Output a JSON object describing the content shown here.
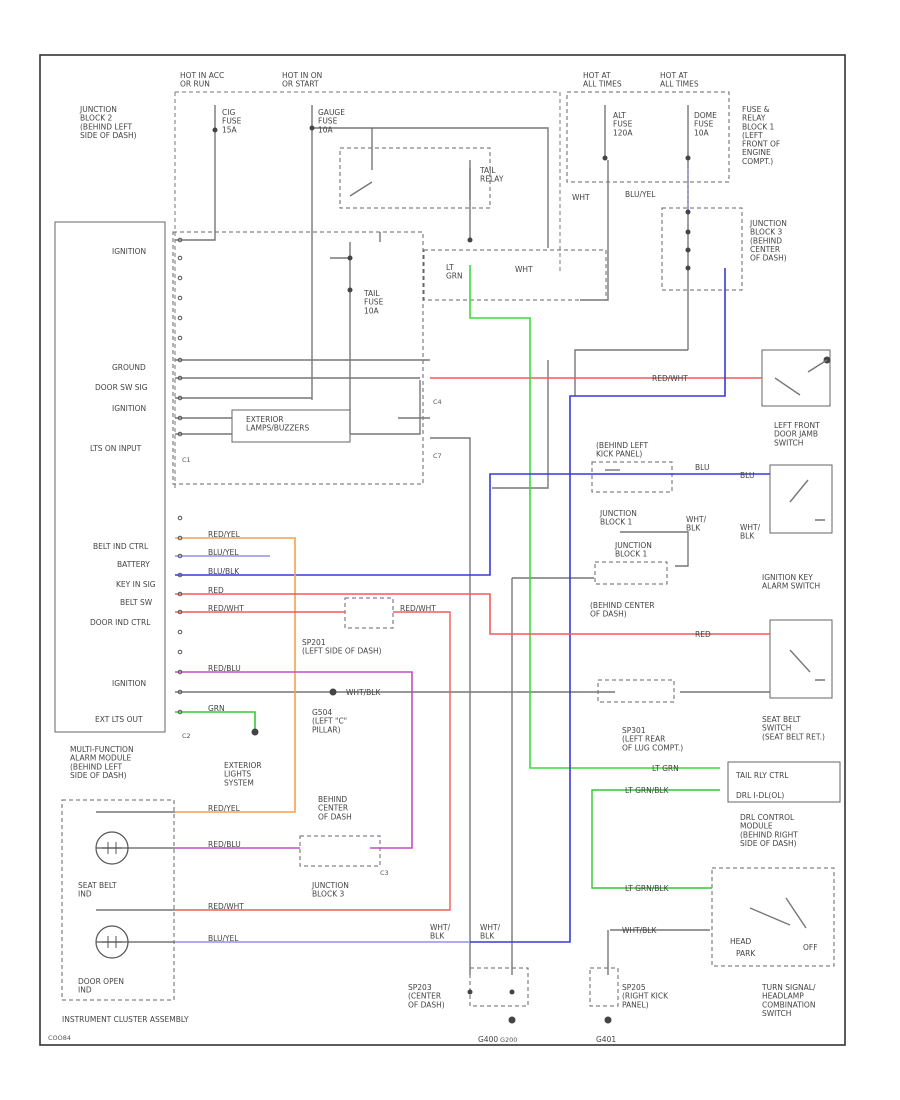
{
  "page": {
    "wire_colors": {
      "red_wht": "#f05a5a",
      "lt_grn": "#3adc3a",
      "blu": "#3a3ad6",
      "blu_yel": "#9090e8",
      "red_yel": "#f5a052",
      "red_blu": "#c050c0",
      "pink": "#f0a0a0",
      "grn": "#36c936",
      "lt_grn_yel": "#2ec82e",
      "wire_gray": "#777777"
    }
  },
  "labels": {
    "hot_run_acc": "HOT IN ACC\nOR RUN",
    "hot_run_start": "HOT IN ON\nOR START",
    "hot_all": "HOT AT\nALL TIMES",
    "hot_all_2": "HOT AT\nALL TIMES",
    "jb2": "JUNCTION\nBLOCK 2\n(BEHIND LEFT\nSIDE OF DASH)",
    "cig_fuse": "CIG\nFUSE\n15A",
    "gauge_fuse": "GAUGE\nFUSE\n10A",
    "tail_relay": "TAIL\nRELAY",
    "alt_fuse": "ALT\nFUSE\n120A",
    "dome_fuse": "DOME\nFUSE\n10A",
    "frb1": "FUSE &\nRELAY\nBLOCK 1\n(LEFT\nFRONT OF\nENGINE\nCOMPT.)",
    "jb3": "JUNCTION\nBLOCK 3\n(BEHIND\nCENTER\nOF DASH)",
    "tail_fuse": "TAIL\nFUSE\n10A",
    "blu_yel": "BLU/YEL",
    "wht": "WHT",
    "lt_grn": "LT\nGRN",
    "red_wht": "RED/WHT",
    "wht_a": "WHT",
    "left_front_door_jamb": "LEFT FRONT\nDOOR JAMB\nSWITCH",
    "behind_left_kick": "(BEHIND LEFT\nKICK PANEL)",
    "blu_a": "BLU",
    "blu_b": "BLU",
    "wht_b": "WHT/\nBLK",
    "wht_c": "WHT/\nBLK",
    "jb1": "JUNCTION\nBLOCK 1",
    "jb1_b": "JUNCTION\nBLOCK 1",
    "ign_key": "IGNITION KEY\nALARM SWITCH",
    "behind_center": "(BEHIND CENTER\nOF DASH)",
    "red_a": "RED",
    "seat_belt_sw": "SEAT BELT\nSWITCH\n(SEAT BELT RET.)",
    "sp201": "SP201\n(LEFT SIDE OF DASH)",
    "sp301": "SP301\n(LEFT REAR\nOF LUG COMPT.)",
    "g504": "G504\n(LEFT \"C\"\nPILLAR)",
    "wht_blk": "WHT/BLK",
    "drl_mod": "DRL CONTROL\nMODULE\n(BEHIND RIGHT\nSIDE OF DASH)",
    "tail_rly_ctrl": "TAIL RLY CTRL",
    "drl_idle": "DRL I-DL(OL)",
    "lt_grn_a": "LT GRN",
    "lt_grn_yel": "LT GRN/BLK",
    "lt_grn_yel_b": "LT GRN/BLK",
    "wht_blk_b": "WHT/BLK",
    "head": "HEAD",
    "park": "PARK",
    "off": "OFF",
    "turn_sig": "TURN SIGNAL/\nHEADLAMP\nCOMBINATION\nSWITCH",
    "sp203": "SP203\n(CENTER\nOF DASH)",
    "sp205": "SP205\n(RIGHT KICK\nPANEL)",
    "g400": "G400",
    "g401": "G401",
    "ignition": "IGNITION",
    "ground": "GROUND",
    "door_sw_sig": "DOOR SW SIG",
    "ignition_b": "IGNITION",
    "lts_on_input": "LTS ON INPUT",
    "ext_lts_box": "EXTERIOR\nLAMPS/BUZZERS",
    "belt_ind": "BELT IND CTRL",
    "battery": "BATTERY",
    "key_in": "KEY IN SIG",
    "belt_sw": "BELT SW",
    "door_ind": "DOOR IND CTRL",
    "ignition_c": "IGNITION",
    "ext_lts_out": "EXT LTS OUT",
    "red_yel": "RED/YEL",
    "blu_yel_b": "BLU/YEL",
    "blu_blk": "BLU/BLK",
    "red_b": "RED",
    "red_wht_b": "RED/WHT",
    "red_wht_c": "RED/WHT",
    "red_blu": "RED/BLU",
    "grn": "GRN",
    "ext_lts_sys": "EXTERIOR\nLIGHTS\nSYSTEM",
    "mfam": "MULTI-FUNCTION\nALARM MODULE\n(BEHIND LEFT\nSIDE OF DASH)",
    "seat_belt_ind": "SEAT BELT\nIND",
    "door_open_ind": "DOOR OPEN\nIND",
    "red_yel_b": "RED/YEL",
    "red_blu_b": "RED/BLU",
    "red_wht_d": "RED/WHT",
    "blu_yel_c": "BLU/YEL",
    "behind_center_b": "BEHIND\nCENTER\nOF DASH",
    "jb3_b": "JUNCTION\nBLOCK 3",
    "ica": "INSTRUMENT CLUSTER ASSEMBLY",
    "wht_blk_c": "WHT/\nBLK",
    "wht_blk_d": "WHT/\nBLK",
    "c1": "C1",
    "c2": "C2",
    "c3": "C3",
    "c4": "C4",
    "c7": "C7",
    "id_left": "COO84",
    "id_g": "G200"
  }
}
